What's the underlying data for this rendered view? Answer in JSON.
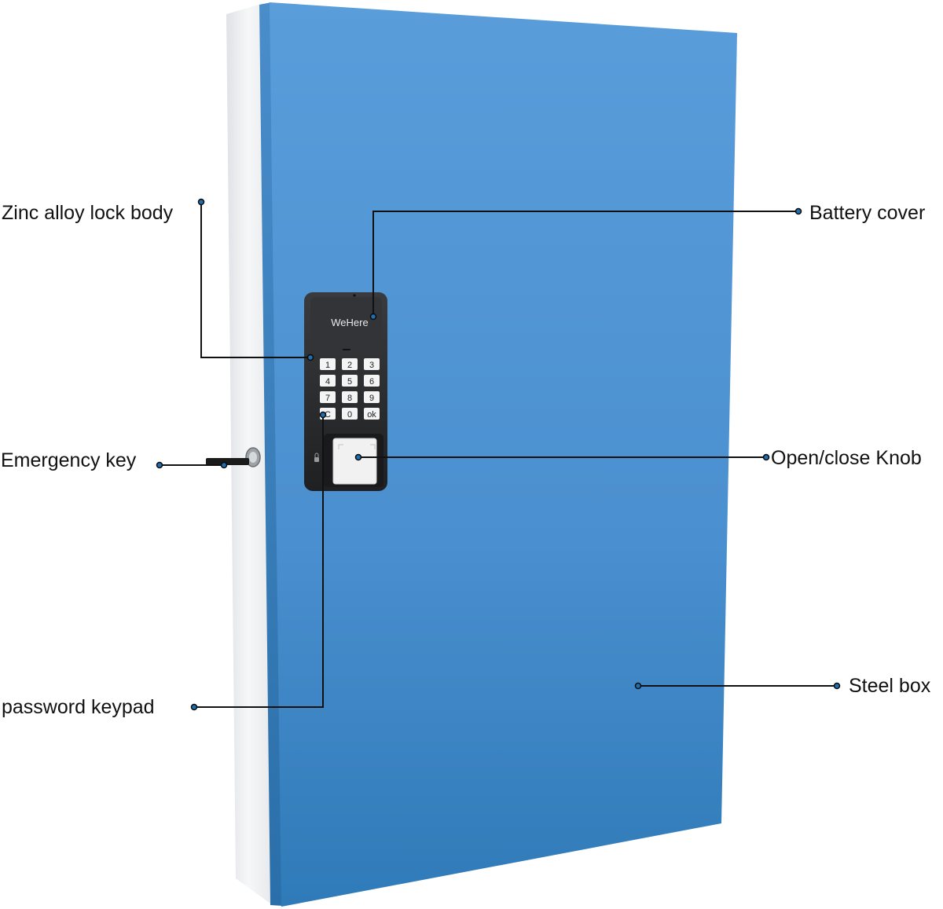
{
  "callouts": {
    "zinc_alloy_lock_body": "Zinc alloy lock body",
    "battery_cover": "Battery cover",
    "emergency_key": "Emergency key",
    "open_close_knob": "Open/close Knob",
    "steel_box": "Steel box",
    "password_keypad": "password keypad"
  },
  "lock": {
    "brand": "WeHere",
    "keys": [
      "1",
      "2",
      "3",
      "4",
      "5",
      "6",
      "7",
      "8",
      "9",
      "C",
      "0",
      "ok"
    ]
  },
  "colors": {
    "box_blue_top": "#5a9ddb",
    "box_blue_bottom": "#2f7ab8",
    "side_white": "#f2f3f5",
    "lock_black": "#2a2b2d",
    "callout_line": "#111111",
    "callout_dot": "#1f6fb0"
  }
}
